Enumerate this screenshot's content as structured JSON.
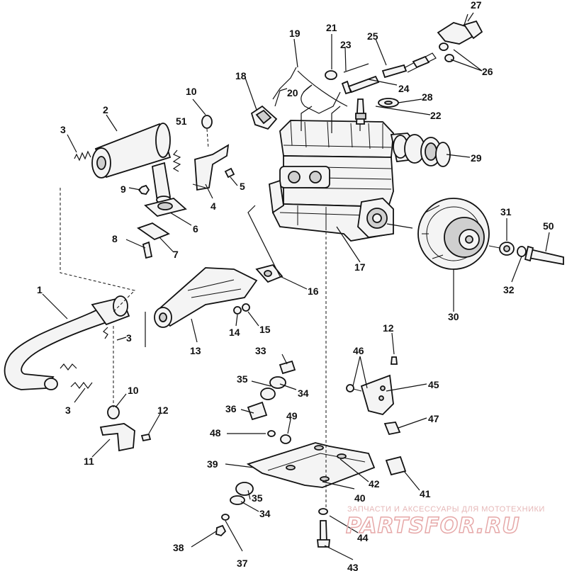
{
  "diagram": {
    "callouts": [
      "1",
      "2",
      "3",
      "3",
      "3",
      "4",
      "5",
      "6",
      "7",
      "8",
      "9",
      "10",
      "10",
      "11",
      "12",
      "12",
      "13",
      "14",
      "15",
      "16",
      "17",
      "18",
      "19",
      "20",
      "21",
      "22",
      "23",
      "24",
      "25",
      "26",
      "27",
      "28",
      "29",
      "30",
      "31",
      "32",
      "33",
      "34",
      "34",
      "35",
      "35",
      "36",
      "37",
      "38",
      "39",
      "40",
      "41",
      "42",
      "43",
      "44",
      "45",
      "46",
      "47",
      "48",
      "49",
      "50",
      "51"
    ]
  },
  "watermark": {
    "tagline": "ЗАПЧАСТИ И АКСЕССУАРЫ ДЛЯ МОТОТЕХНИКИ",
    "logo": "PARTSFOR.RU"
  }
}
